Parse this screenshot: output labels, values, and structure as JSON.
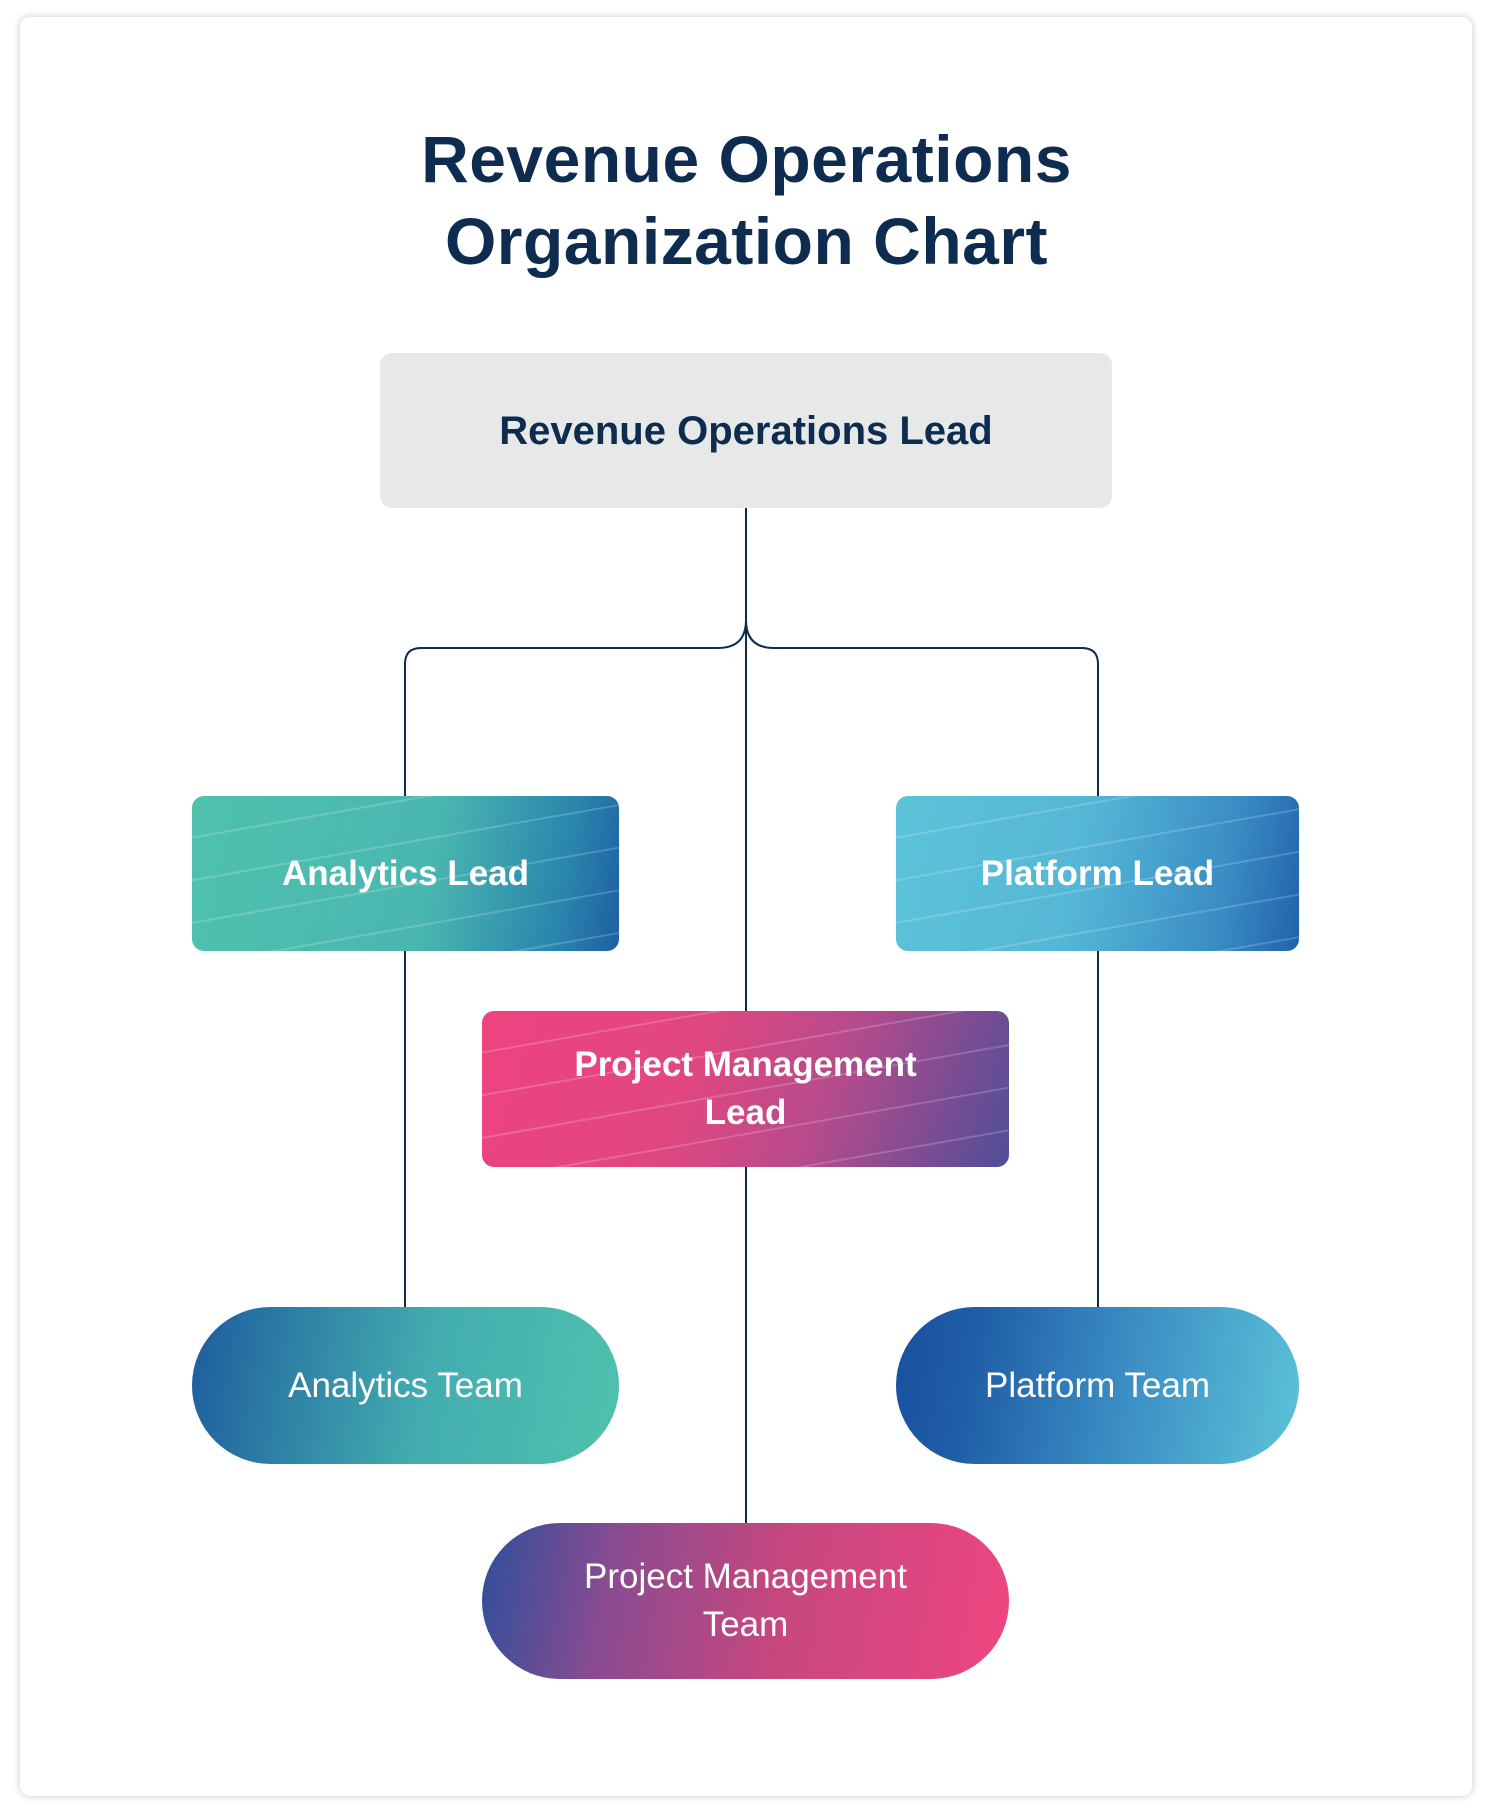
{
  "title": {
    "line1": "Revenue Operations",
    "line2": "Organization Chart"
  },
  "nodes": {
    "root": "Revenue Operations Lead",
    "analytics_lead": "Analytics Lead",
    "platform_lead": "Platform Lead",
    "pm_lead": "Project Management Lead",
    "analytics_team": "Analytics Team",
    "platform_team": "Platform Team",
    "pm_team": "Project Management Team"
  },
  "colors": {
    "line": "#0d2c4f",
    "title": "#0d2c4f",
    "root_bg": "#e7e9e9"
  }
}
